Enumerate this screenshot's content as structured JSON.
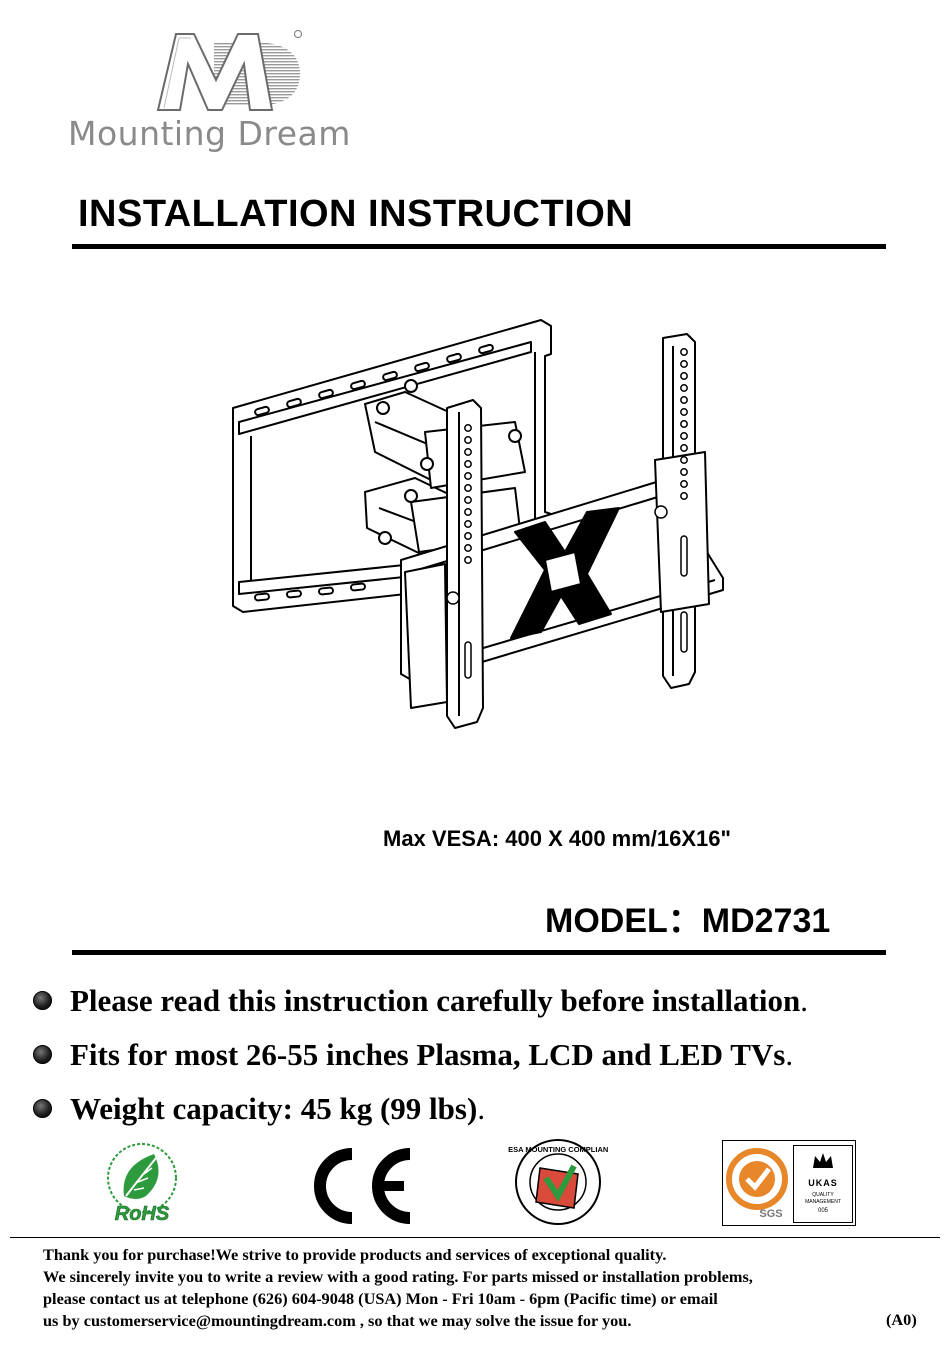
{
  "brand": {
    "name": "Mounting Dream",
    "mark": "M"
  },
  "title": "INSTALLATION  INSTRUCTION",
  "spec": {
    "vesa": "Max VESA: 400 X 400 mm/16X16\"",
    "model": "MODEL：MD2731"
  },
  "bullets": [
    {
      "text": "Please read this instruction carefully before installation",
      "end": "."
    },
    {
      "text": "Fits for most 26-55 inches Plasma, LCD and LED TVs",
      "end": "."
    },
    {
      "text": "Weight capacity: 45 kg (99 lbs)",
      "end": "."
    }
  ],
  "certifications": {
    "rohs": "RoHS",
    "ce": "CE",
    "vesa_badge": "VESA MOUNTING COMPLIANT",
    "sgs": "SGS",
    "ukas": "UKAS",
    "ukas_sub1": "QUALITY",
    "ukas_sub2": "MANAGEMENT",
    "ukas_code": "005"
  },
  "footer": {
    "lines": [
      "Thank you for purchase!We strive to provide products and services of exceptional quality.",
      "We sincerely invite you to write a review with a good rating. For parts missed or installation problems,",
      "please contact us at telephone (626) 604-9048 (USA) Mon - Fri 10am - 6pm (Pacific time) or email",
      "us by customerservice@mountingdream.com , so that we may solve the issue for you."
    ],
    "revision": "(A0)"
  },
  "colors": {
    "text": "#000000",
    "logo_gray": "#8a8a8a",
    "rohs_green": "#2e9a3e",
    "sgs_orange": "#e8862a"
  },
  "icons": [
    "brand-logo-icon",
    "rohs-icon",
    "ce-mark-icon",
    "vesa-compliant-icon",
    "sgs-ukas-icon"
  ]
}
